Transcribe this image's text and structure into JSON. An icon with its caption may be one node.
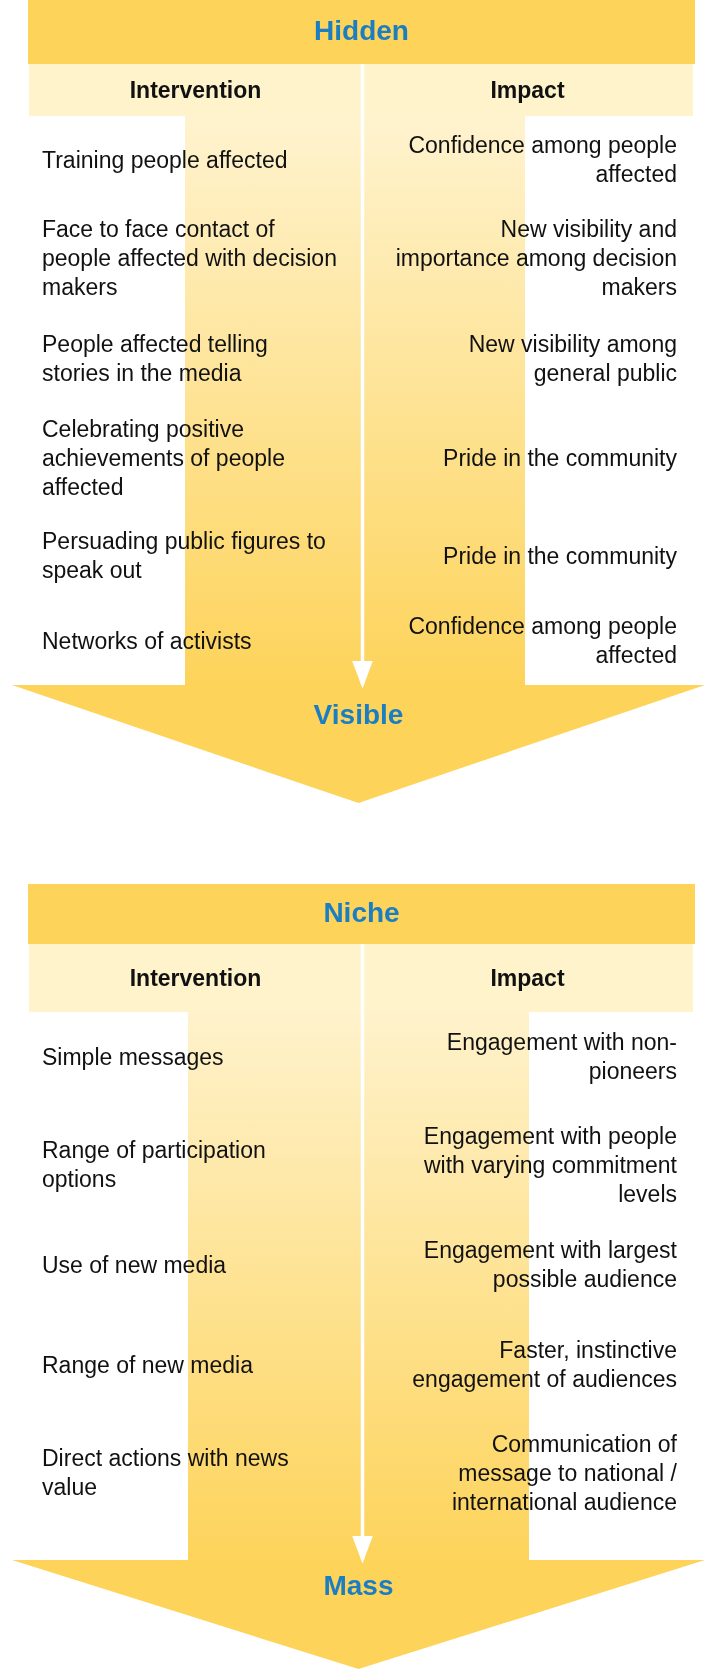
{
  "diagram": {
    "nodes": [
      {
        "text": [
          "Hidden"
        ]
      },
      {
        "text": [
          "Visible"
        ]
      },
      {
        "text": [
          "Niche"
        ]
      },
      {
        "text": [
          "Mass"
        ]
      }
    ],
    "edges": [
      {
        "from": 0,
        "to": 1,
        "arrow": "to",
        "color": "#ffffff"
      },
      {
        "from": 2,
        "to": 3,
        "arrow": "to",
        "color": "#ffffff"
      }
    ],
    "labels": [
      "Intervention",
      "Impact",
      "Training people affected",
      "Confidence among people affected",
      "Face to face contact of people affected with decision makers",
      "New visibility and importance among decision makers",
      "People affected telling stories in the media",
      "New visibility among general public",
      "Celebrating positive achievements of people affected",
      "Pride in the community",
      "Persuading public figures to speak out",
      "Pride in the community",
      "Networks of activists",
      "Confidence among people affected",
      "Intervention",
      "Impact",
      "Simple messages",
      "Engagement with non-pioneers",
      "Range of participation options",
      "Engagement with people with varying commitment levels",
      "Use of new media",
      "Engagement with largest possible audience",
      "Range of new media",
      "Faster, instinctive engagement of audiences",
      "Direct actions with news value",
      "Communication of message to national / international audience"
    ]
  }
}
